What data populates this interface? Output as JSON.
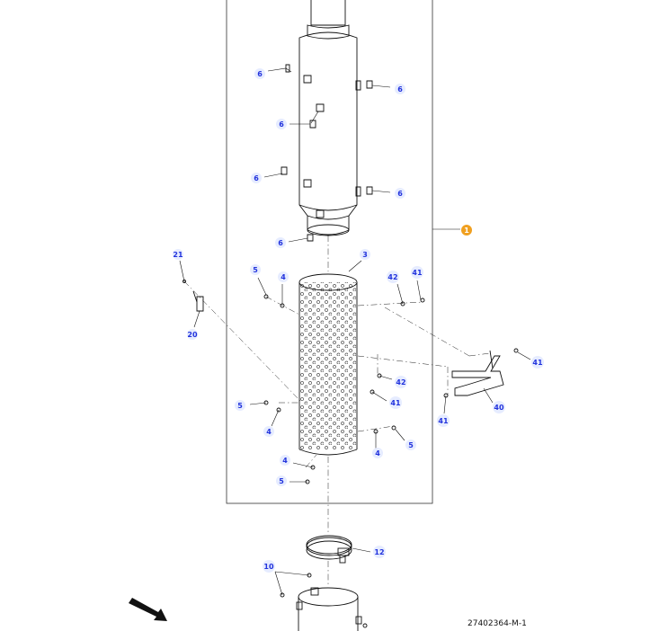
{
  "drawing_number": "27402364-M-1",
  "assembly_badge": {
    "label": "1",
    "color": "#f0a020"
  },
  "callout_color": "#2233dd",
  "callouts": [
    "6",
    "6",
    "6",
    "6",
    "6",
    "6",
    "6",
    "21",
    "20",
    "5",
    "4",
    "3",
    "42",
    "41",
    "41",
    "42",
    "41",
    "40",
    "41",
    "5",
    "4",
    "4",
    "5",
    "4",
    "5",
    "12",
    "10"
  ],
  "icons": [
    "perforated-tube-icon",
    "muffler-body-icon",
    "band-clamp-icon",
    "bracket-icon",
    "direction-arrow-icon"
  ]
}
